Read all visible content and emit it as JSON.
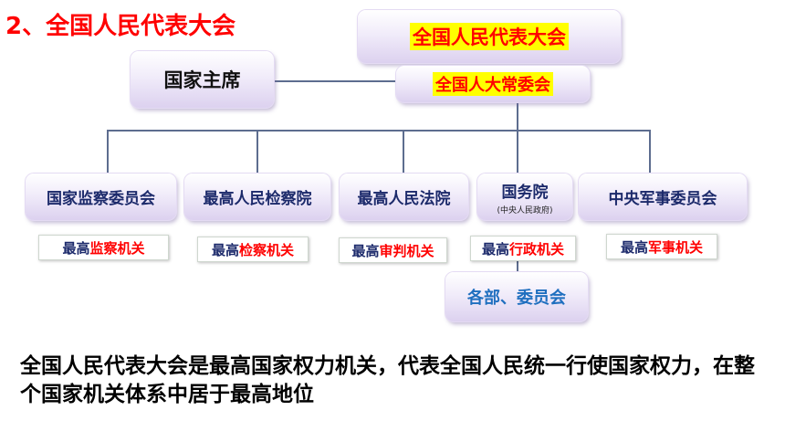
{
  "title": "2、全国人民代表大会",
  "npc": "全国人民代表大会",
  "standing_committee": "全国人大常委会",
  "president": "国家主席",
  "organs": [
    {
      "name": "国家监察委员会",
      "sub": "",
      "tag_prefix": "最高",
      "tag_suffix": "监察机关"
    },
    {
      "name": "最高人民检察院",
      "sub": "",
      "tag_prefix": "最高",
      "tag_suffix": "检察机关"
    },
    {
      "name": "最高人民法院",
      "sub": "",
      "tag_prefix": "最高",
      "tag_suffix": "审判机关"
    },
    {
      "name": "国务院",
      "sub": "(中央人民政府)",
      "tag_prefix": "最高",
      "tag_suffix": "行政机关"
    },
    {
      "name": "中央军事委员会",
      "sub": "",
      "tag_prefix": "最高",
      "tag_suffix": "军事机关"
    }
  ],
  "ministries": "各部、委员会",
  "summary": "全国人民代表大会是最高国家权力机关，代表全国人民统一行使国家权力，在整个国家机关体系中居于最高地位",
  "colors": {
    "title": "#ff0000",
    "highlight_bg": "#ffff00",
    "box_text": "#1c2a6b",
    "ministries_text": "#1f6fbf",
    "line": "#5d6d8f"
  }
}
